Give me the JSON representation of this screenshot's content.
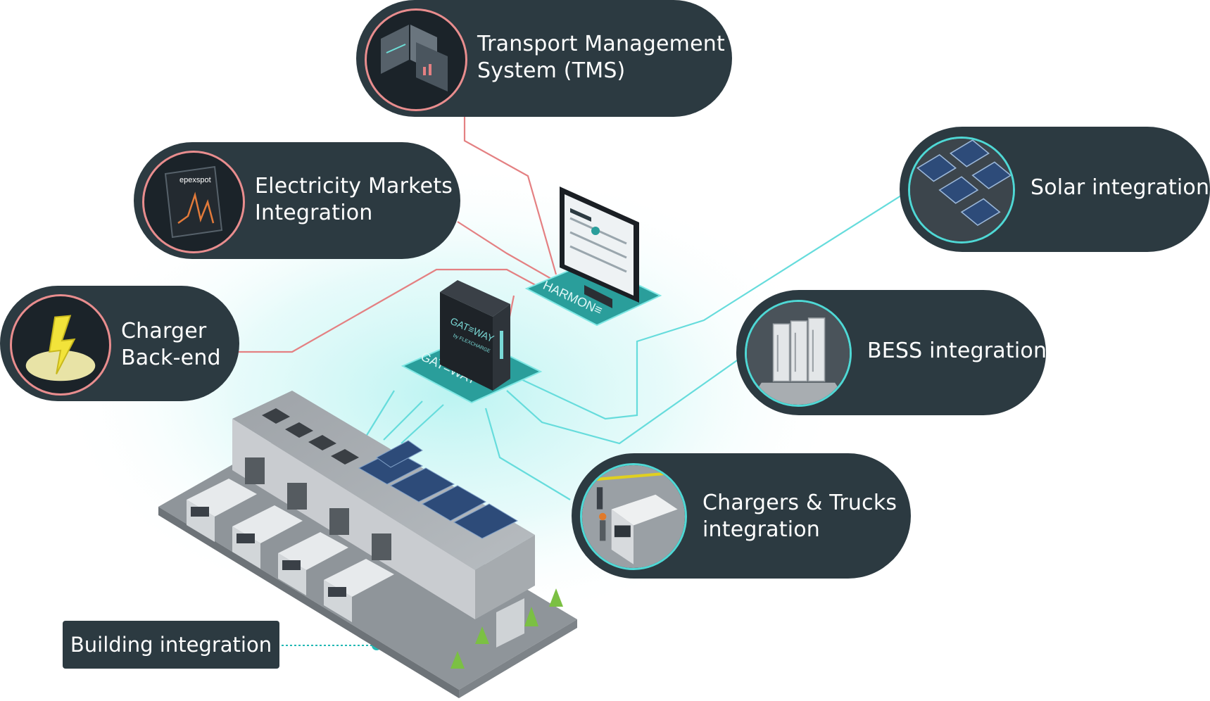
{
  "nodes": {
    "tms": {
      "line1": "Transport Management",
      "line2": "System (TMS)",
      "icon": "monitors-icon"
    },
    "markets": {
      "line1": "Electricity Markets",
      "line2": "Integration",
      "icon": "price-chart-icon",
      "logo_text": "epexspot"
    },
    "charger_backend": {
      "line1": "Charger",
      "line2": "Back-end",
      "icon": "lightning-icon"
    },
    "solar": {
      "label": "Solar integration",
      "icon": "solar-panel-icon"
    },
    "bess": {
      "label": "BESS integration",
      "icon": "battery-cabinet-icon"
    },
    "chargers_trucks": {
      "line1": "Chargers & Trucks",
      "line2": "integration",
      "icon": "truck-charger-icon"
    },
    "building": {
      "label": "Building integration"
    }
  },
  "hub": {
    "harmony_label": "HARMON≡",
    "gateway_label": "GAT≡WAY",
    "gateway_device_text": "GAT≡WAY",
    "gateway_device_sub": "by FLEXCHARGE"
  },
  "colors": {
    "pill": "#2c3a41",
    "red_link": "#e48082",
    "teal_link": "#66dcdc",
    "platform": "#2a9e9b"
  }
}
